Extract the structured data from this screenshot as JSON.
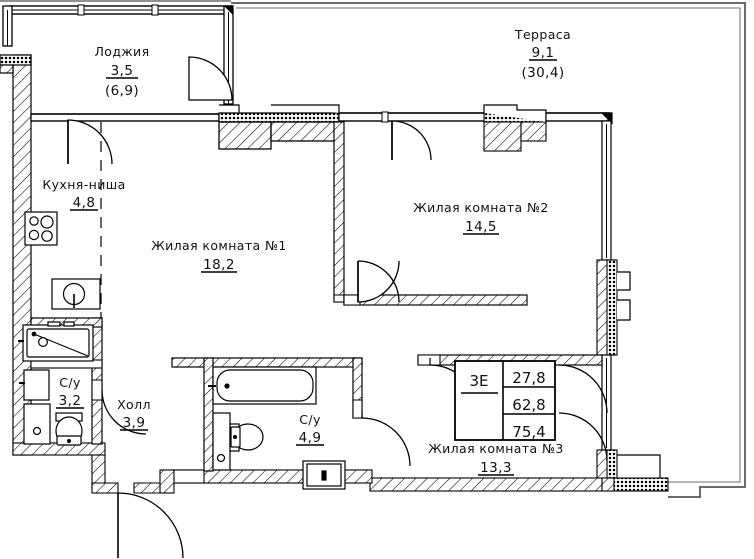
{
  "plan": {
    "type": "apartment-floor-plan",
    "units": "m²",
    "rooms": [
      {
        "id": "loggia",
        "name": "Лоджия",
        "area": "3,5",
        "area_alt": "(6,9)"
      },
      {
        "id": "terrace",
        "name": "Терраса",
        "area": "9,1",
        "area_alt": "(30,4)"
      },
      {
        "id": "kitchen",
        "name": "Кухня-ниша",
        "area": "4,8",
        "area_alt": ""
      },
      {
        "id": "room1",
        "name": "Жилая комната №1",
        "area": "18,2",
        "area_alt": ""
      },
      {
        "id": "room2",
        "name": "Жилая комната №2",
        "area": "14,5",
        "area_alt": ""
      },
      {
        "id": "room3",
        "name": "Жилая комната №3",
        "area": "13,3",
        "area_alt": ""
      },
      {
        "id": "hall",
        "name": "Холл",
        "area": "3,9",
        "area_alt": ""
      },
      {
        "id": "wc1",
        "name": "С/у",
        "area": "3,2",
        "area_alt": ""
      },
      {
        "id": "wc2",
        "name": "С/у",
        "area": "4,9",
        "area_alt": ""
      }
    ],
    "summary": {
      "type_code": "3Е",
      "living_area": "27,8",
      "total_area": "62,8",
      "total_with_balconies": "75,4"
    },
    "colors": {
      "line": "#000000",
      "wall_fill": "#ffffff",
      "background": "#ffffff",
      "frame": "#6b6b6b"
    }
  }
}
